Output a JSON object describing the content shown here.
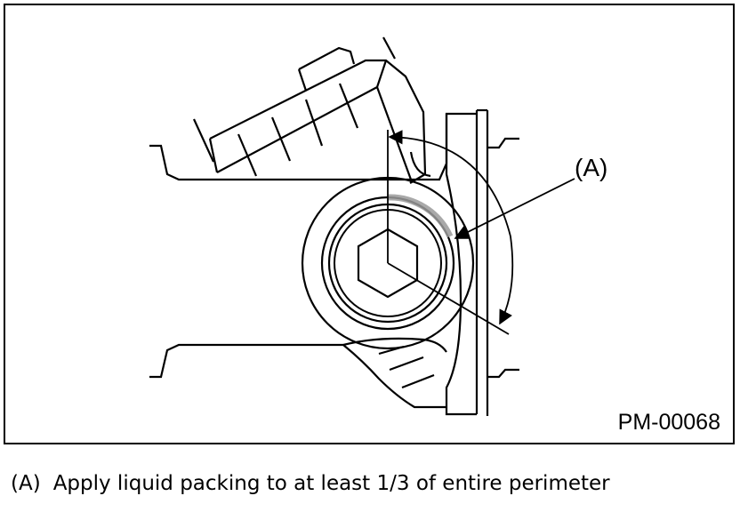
{
  "figure": {
    "callout_label": "(A)",
    "figure_code": "PM-00068"
  },
  "caption": {
    "key": "(A)",
    "text": "Apply liquid packing to at least 1/3 of entire perimeter"
  },
  "colors": {
    "line": "#000000",
    "background": "#ffffff",
    "sealant_shade": "#9a9a9a"
  }
}
